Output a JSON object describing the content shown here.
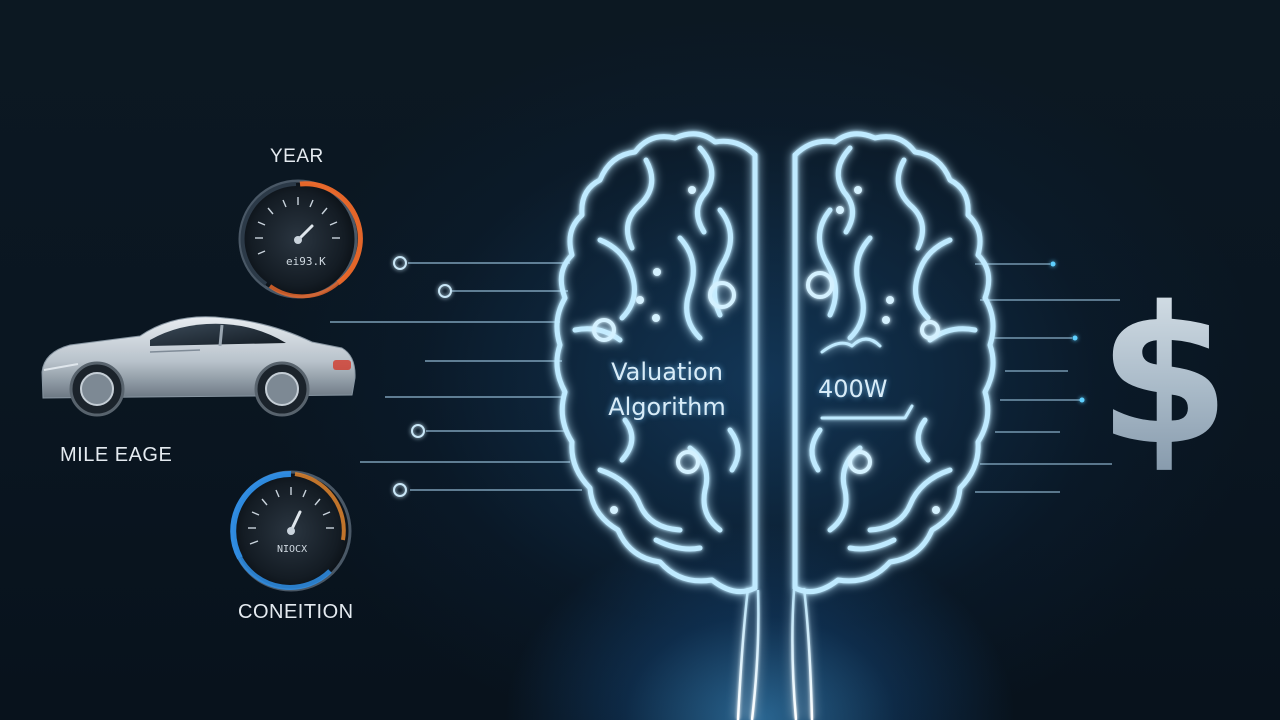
{
  "inputs": {
    "year_label": "YEAR",
    "mileage_label": "MILE EAGE",
    "condition_label": "CONEITION"
  },
  "gauges": {
    "year_readout": "ei93.K",
    "condition_readout": "NIOCX"
  },
  "brain": {
    "title_line1": "Valuation",
    "title_line2": "Algorithm",
    "value_text": "400W"
  },
  "output": {
    "symbol": "$"
  },
  "colors": {
    "glow": "#5fd0ff",
    "circuit": "#bfeaff",
    "gauge_year_accent": "#f06a2a",
    "gauge_condition_accent": "#2f8fe8"
  },
  "icons": {
    "car": "car-icon",
    "brain": "brain-icon",
    "dollar": "dollar-icon"
  }
}
